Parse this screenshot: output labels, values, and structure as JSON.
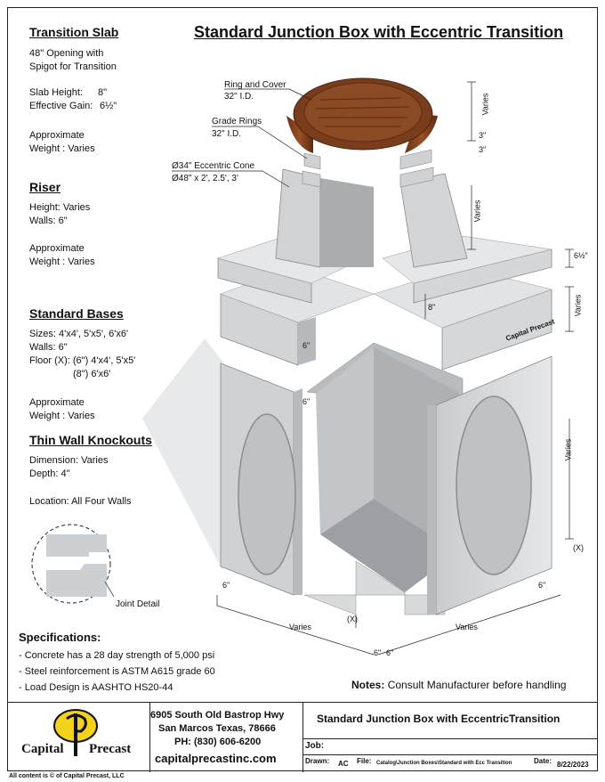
{
  "title": "Standard Junction Box with Eccentric Transition",
  "transition_slab": {
    "heading": "Transition Slab",
    "lines": [
      "48\" Opening with",
      "Spigot for Transition"
    ],
    "slab_height_label": "Slab Height:",
    "slab_height_value": "8\"",
    "gain_label": "Effective Gain:",
    "gain_value": "6½\"",
    "approx": "Approximate",
    "weight": "Weight : Varies"
  },
  "riser": {
    "heading": "Riser",
    "height": "Height:  Varies",
    "walls": "Walls:    6\"",
    "approx": "Approximate",
    "weight": "Weight : Varies"
  },
  "bases": {
    "heading": "Standard Bases",
    "sizes": "Sizes:  4'x4', 5'x5', 6'x6'",
    "walls": "Walls:  6\"",
    "floor": "Floor (X):  (6\") 4'x4', 5'x5'",
    "floor2": "(8\") 6'x6'",
    "approx": "Approximate",
    "weight": "Weight : Varies"
  },
  "knockouts": {
    "heading": "Thin Wall Knockouts",
    "dimension": "Dimension:  Varies",
    "depth": "Depth:       4\"",
    "location": "Location: All Four Walls",
    "joint_label": "Joint Detail"
  },
  "callouts": {
    "ring_cover": "Ring and Cover",
    "ring_cover_dim": "32\" I.D.",
    "grade_rings": "Grade Rings",
    "grade_rings_dim": "32\" I.D.",
    "cone": "Ø34\" Eccentric Cone",
    "cone_dim": "Ø48\"  x  2', 2.5', 3'"
  },
  "dims": {
    "varies": "Varies",
    "three": "3\"",
    "six_half": "6½\"",
    "eight": "8\"",
    "six": "6\"",
    "x": "(X)"
  },
  "specs": {
    "heading": "Specifications:",
    "items": [
      "- Concrete has a 28 day strength of 5,000 psi",
      "- Steel reinforcement is ASTM A615 grade 60",
      "- Load Design is AASHTO HS20-44"
    ]
  },
  "notes": {
    "label": "Notes:",
    "text": "Consult Manufacturer before handling"
  },
  "company": {
    "name_left": "Capital",
    "name_right": "Precast",
    "address1": "6905 South Old Bastrop Hwy",
    "address2": "San Marcos Texas, 78666",
    "phone": "PH: (830) 606-6200",
    "web": "capitalprecastinc.com",
    "logo_side_text": "Capital Precast"
  },
  "titleblock": {
    "title": "Standard Junction Box with EccentricTransition",
    "job_label": "Job:",
    "drawn_label": "Drawn:",
    "drawn_value": "AC",
    "file_label": "File:",
    "file_value": "Catalog\\Junction Boxes\\Standard with Ecc Transition",
    "date_label": "Date:",
    "date_value": "8/22/2023"
  },
  "footer": "All content is © of Capital Precast, LLC",
  "colors": {
    "concrete": "#d4d6d8",
    "concrete_dark": "#a9acaf",
    "rust": "#7a3d1c",
    "logo_yellow": "#f2d21b"
  }
}
